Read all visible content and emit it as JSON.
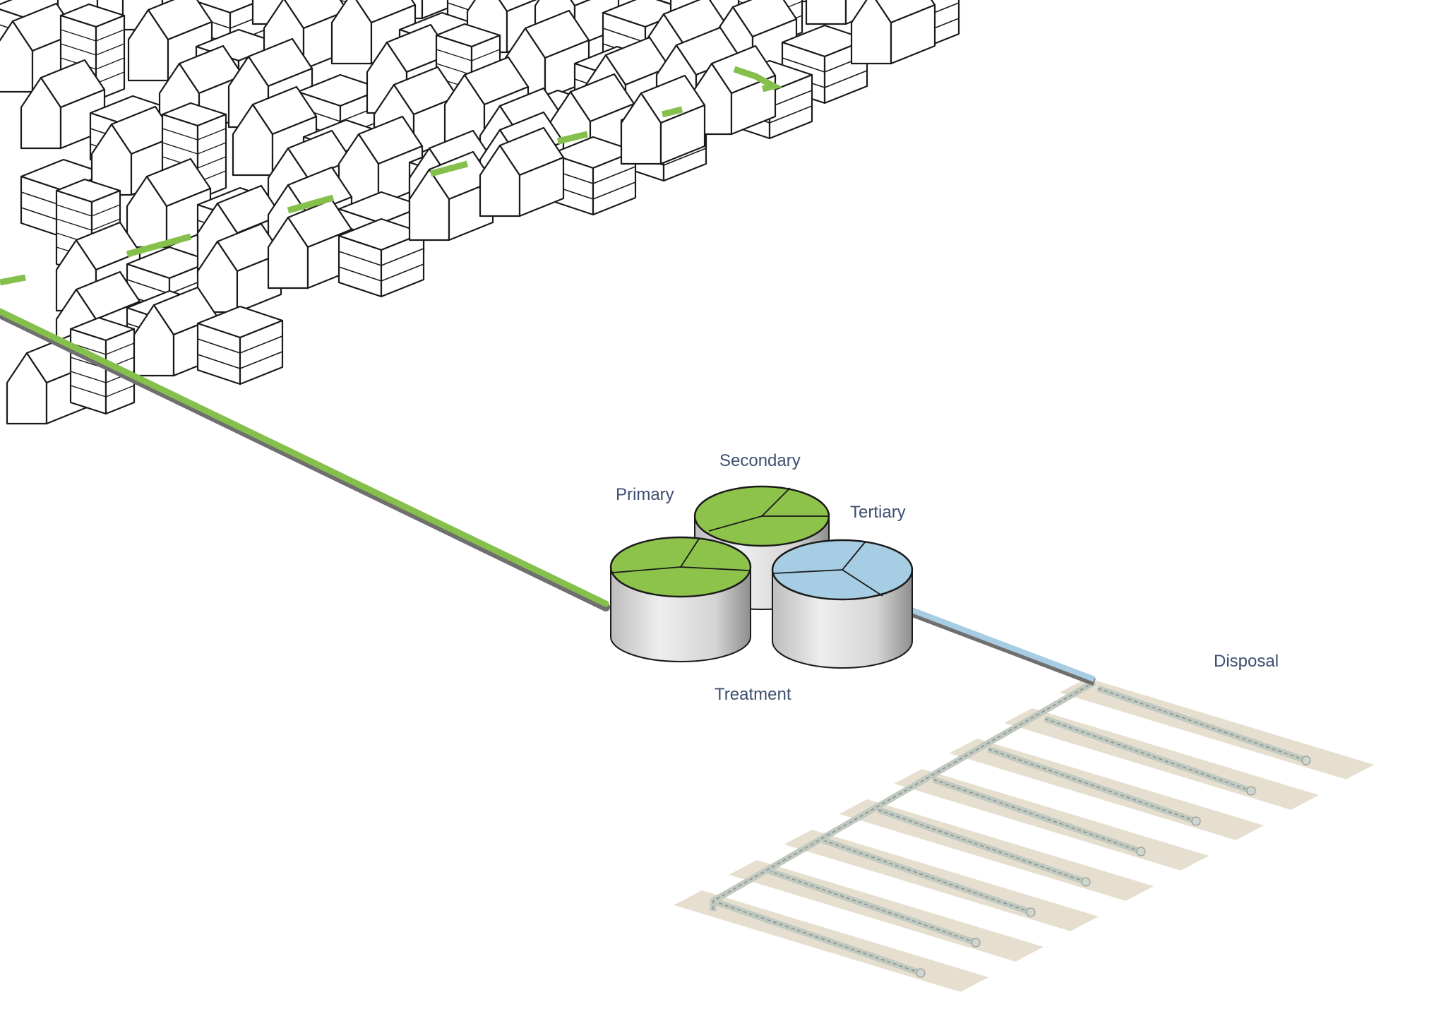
{
  "labels": {
    "primary": "Primary",
    "secondary": "Secondary",
    "tertiary": "Tertiary",
    "treatment": "Treatment",
    "disposal": "Disposal"
  },
  "colors": {
    "label_text": "#3d4f6e",
    "sewer_green": "#84c04b",
    "effluent_blue": "#a6cde3",
    "tank_body": "#dcdcdc",
    "disposal_field": "#e6dfcf",
    "building_fill": "#ffffff",
    "building_stroke": "#1a1a1a"
  },
  "icons": {
    "settlement": "house-grid-icon",
    "tank": "cylindrical-tank-icon",
    "drainfield": "disposal-field-icon"
  }
}
